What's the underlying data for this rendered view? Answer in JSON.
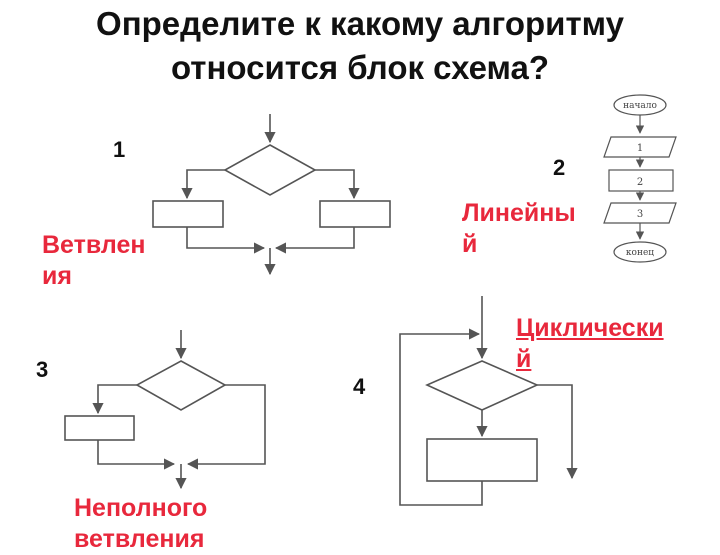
{
  "title": {
    "line1": "Определите к какому алгоритму",
    "line2": "относится блок схема?"
  },
  "numbers": {
    "n1": "1",
    "n2": "2",
    "n3": "3",
    "n4": "4"
  },
  "labels": {
    "branching_1": "Ветвлен",
    "branching_2": "ия",
    "linear_1": "Линейны",
    "linear_2": "й",
    "cyclic_1": "Циклически",
    "cyclic_2": "й",
    "incomplete_1": "Неполного",
    "incomplete_2": "ветвления"
  },
  "linear_flowchart": {
    "start": "начало",
    "step1": "1",
    "step2": "2",
    "step3": "3",
    "end": "конец"
  },
  "colors": {
    "label_red": "#e8283c",
    "line": "#555555",
    "text": "#111111"
  }
}
